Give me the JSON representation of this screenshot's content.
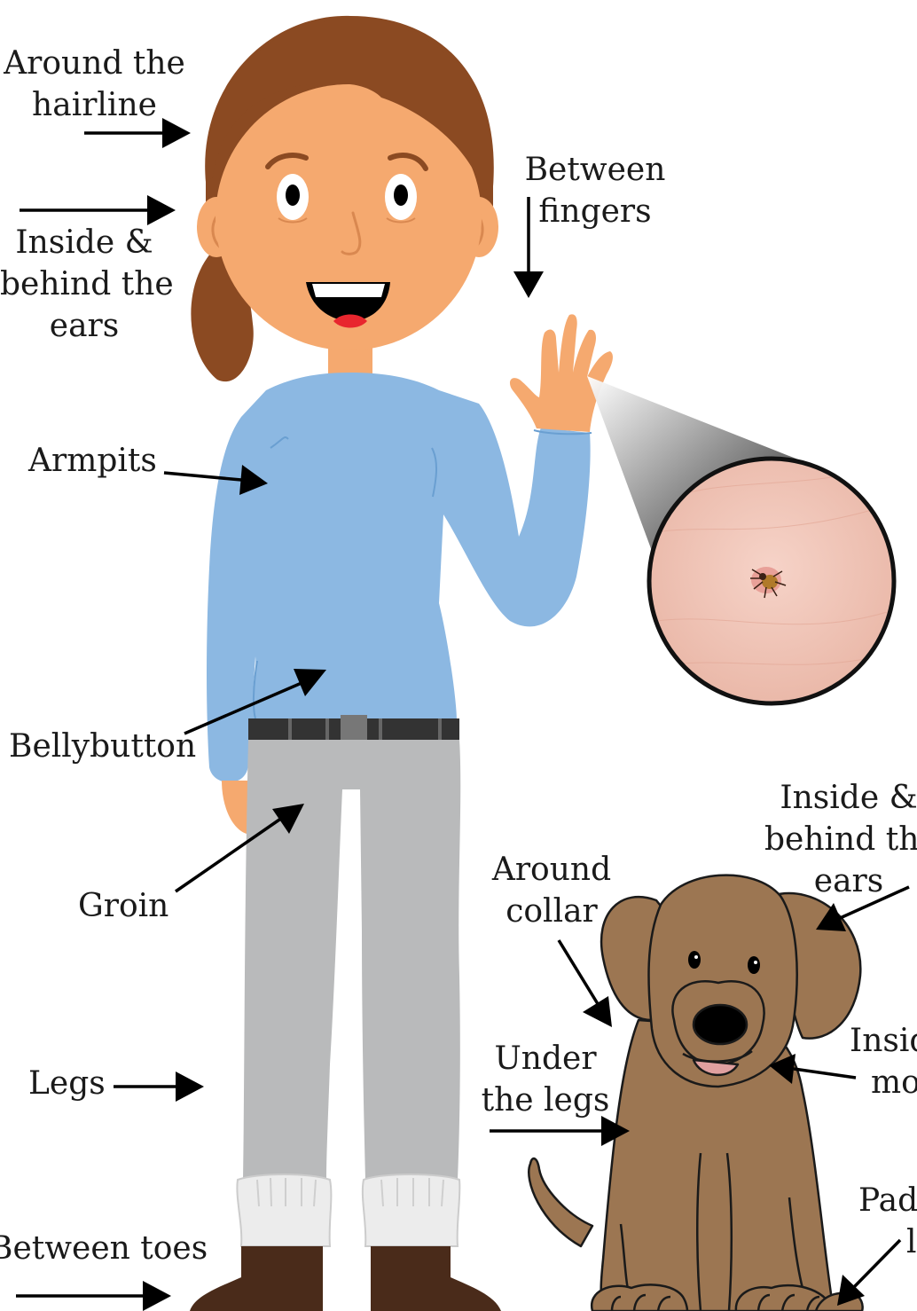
{
  "labels": {
    "hairline": [
      "Around the",
      "hairline"
    ],
    "person_ears": [
      "Inside &",
      "behind the",
      "ears"
    ],
    "fingers": [
      "Between",
      "fingers"
    ],
    "armpits": "Armpits",
    "bellybutton": "Bellybutton",
    "groin": "Groin",
    "legs": "Legs",
    "toes": "Between toes",
    "collar": [
      "Around",
      "collar"
    ],
    "dog_ears": [
      "Inside &",
      "behind the",
      "ears"
    ],
    "dog_legs": [
      "Under",
      "the legs"
    ],
    "mouth": [
      "Insid",
      "mo"
    ],
    "pads": [
      "Pads",
      "l"
    ]
  },
  "colors": {
    "skin": "#f5a96f",
    "hair": "#8b4a22",
    "shirt": "#8cb8e2",
    "pants": "#b9babb",
    "belt": "#333333",
    "boots": "#4a2b1a",
    "dog": "#9c7652",
    "arrow": "#000000"
  }
}
